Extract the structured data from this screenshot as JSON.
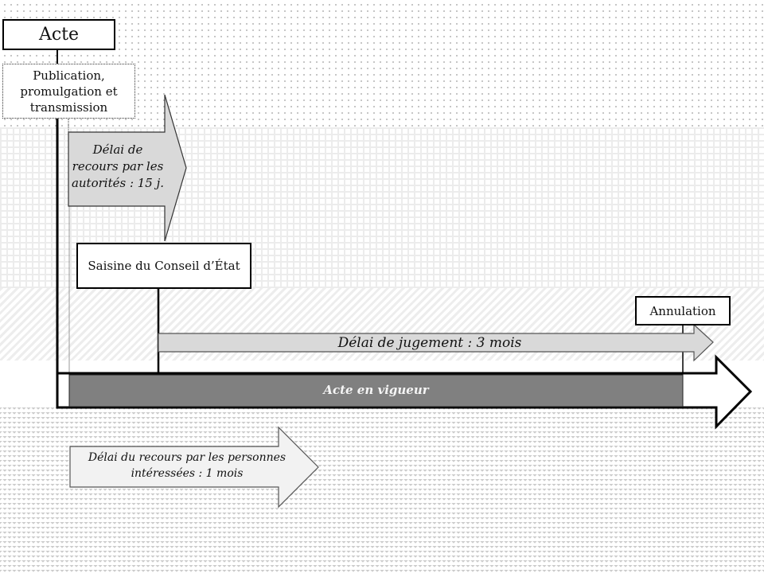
{
  "diagram": {
    "boxes": {
      "acte": "Acte",
      "publication": "Publication, promulgation et transmission",
      "saisine": "Saisine du Conseil d’État",
      "annulation": "Annulation"
    },
    "arrows": {
      "recours_autorites": "Délai de recours par les autorités : 15 j.",
      "delai_jugement": "Délai de jugement : 3 mois",
      "acte_en_vigueur": "Acte en vigueur",
      "recours_personnes": "Délai du recours par les personnes intéressées : 1 mois"
    },
    "colors": {
      "light_arrow_fill": "#d9d9d9",
      "personnes_arrow_fill": "#f2f2f2",
      "vigueur_bar_fill": "#808080",
      "outline": "#000000"
    }
  }
}
